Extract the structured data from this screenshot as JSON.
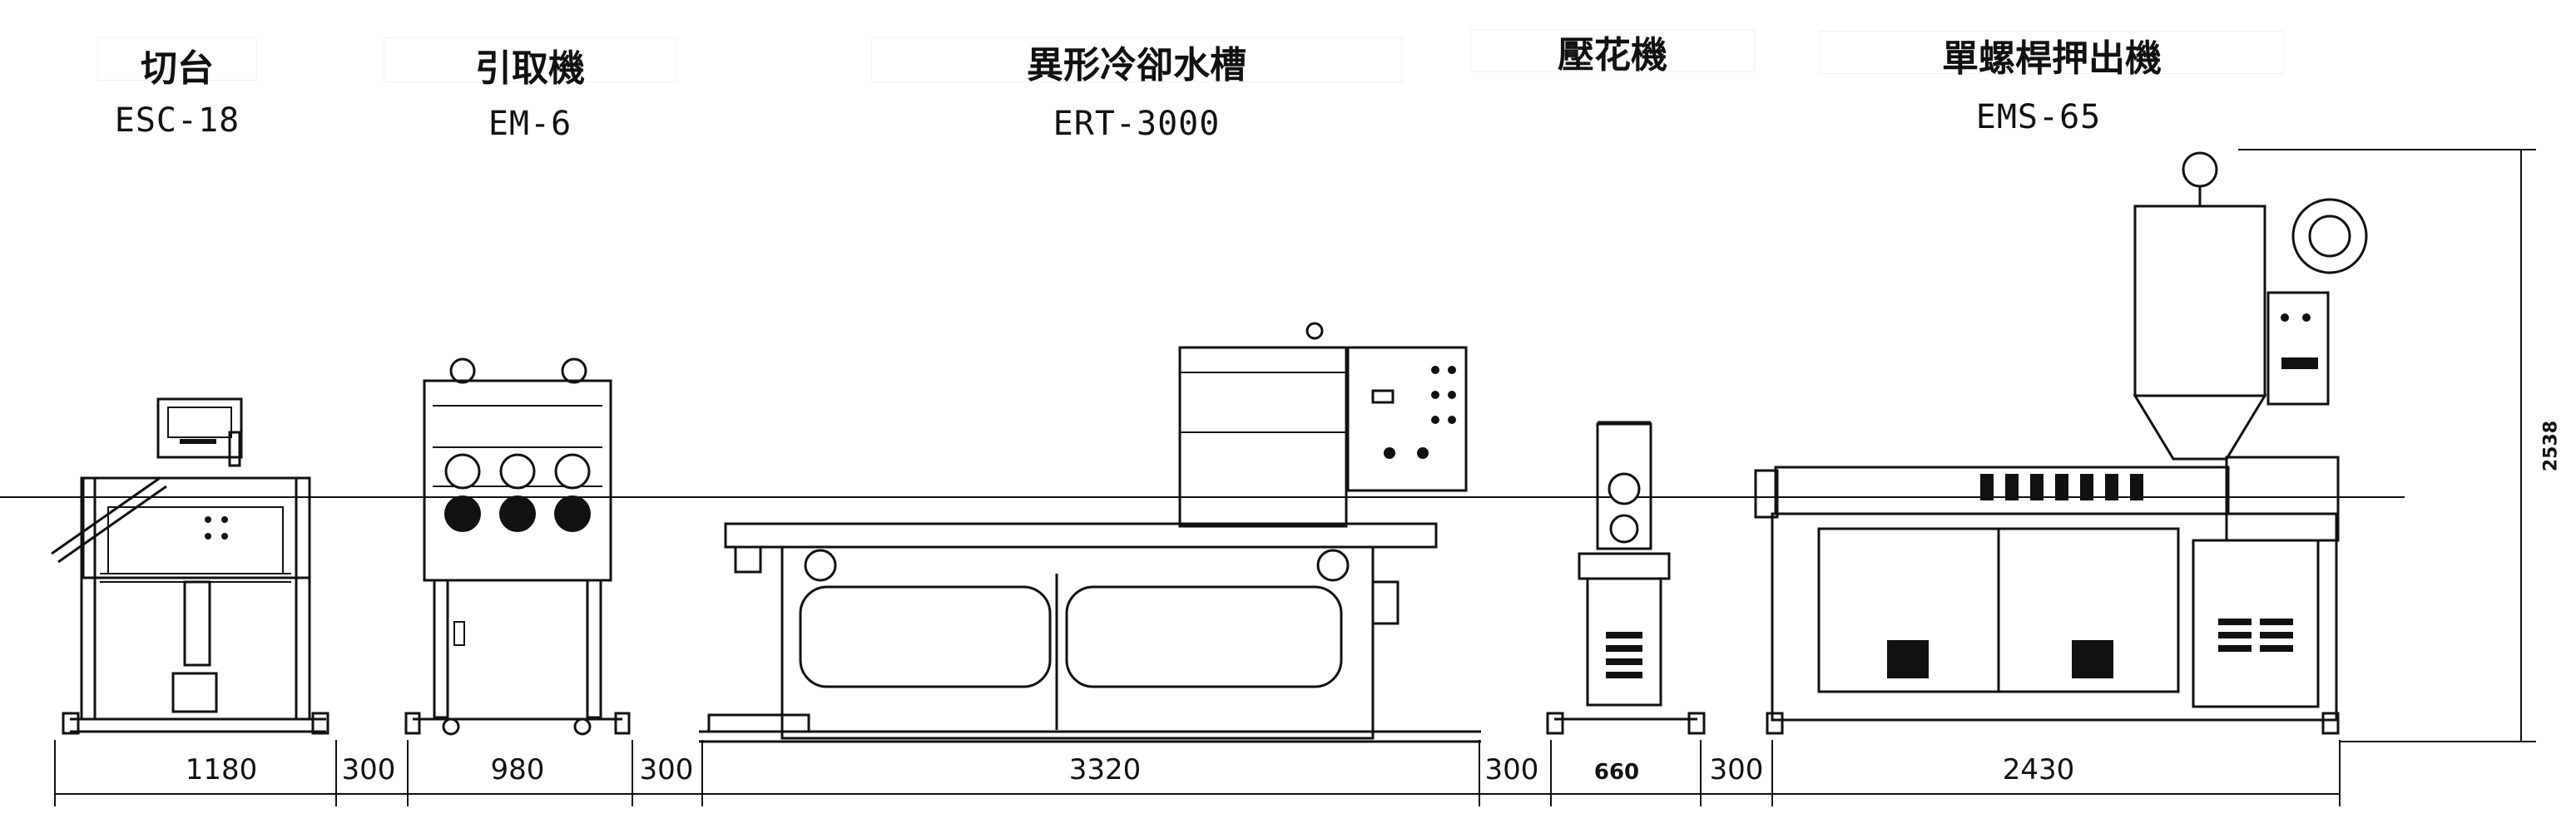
{
  "machines": [
    {
      "name": "切台",
      "model": "ESC-18"
    },
    {
      "name": "引取機",
      "model": "EM-6"
    },
    {
      "name": "異形冷卻水槽",
      "model": "ERT-3000"
    },
    {
      "name": "壓花機",
      "model": ""
    },
    {
      "name": "單螺桿押出機",
      "model": "EMS-65"
    }
  ],
  "dimensions": {
    "cutter_width": "1180",
    "gap_1": "300",
    "hauloff_width": "980",
    "gap_2": "300",
    "tank_width": "3320",
    "gap_3": "300",
    "embosser_width": "660",
    "gap_4": "300",
    "extruder_width": "2430",
    "total_height": "2538"
  }
}
